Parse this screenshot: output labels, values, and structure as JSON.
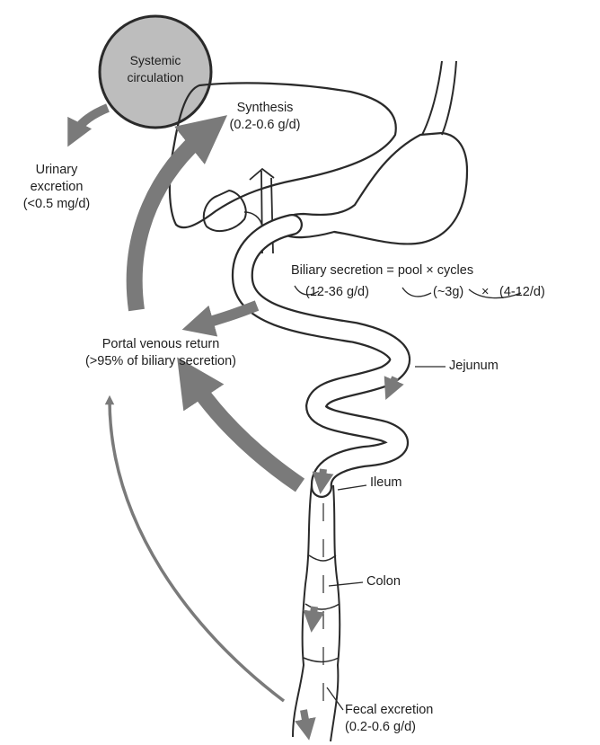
{
  "systemic": {
    "line1": "Systemic",
    "line2": "circulation"
  },
  "synthesis": {
    "line1": "Synthesis",
    "line2": "(0.2-0.6 g/d)"
  },
  "urinary": {
    "line1": "Urinary",
    "line2": "excretion",
    "line3": "(<0.5 mg/d)"
  },
  "biliary": {
    "formula": "Biliary secretion = pool × cycles",
    "secretion_value": "(12-36 g/d)",
    "pool_value": "(~3g)",
    "times": "×",
    "cycles_value": "(4-12/d)"
  },
  "portal": {
    "line1": "Portal venous return",
    "line2": "(>95% of biliary secretion)"
  },
  "jejunum": "Jejunum",
  "ileum": "Ileum",
  "colon": "Colon",
  "fecal": {
    "line1": "Fecal excretion",
    "line2": "(0.2-0.6 g/d)"
  },
  "colors": {
    "arrow": "#7a7a7a",
    "circle_fill": "#bdbdbd",
    "outline": "#2a2a2a"
  }
}
